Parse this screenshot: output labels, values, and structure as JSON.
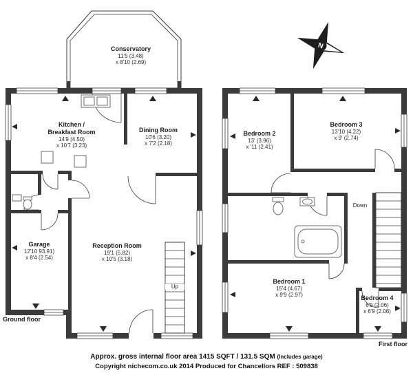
{
  "compass": {
    "north_label": "N"
  },
  "floors": {
    "ground": {
      "label": "Ground floor"
    },
    "first": {
      "label": "First floor"
    }
  },
  "rooms": {
    "conservatory": {
      "name": "Conservatory",
      "dims_line1": "11'5 (3.48)",
      "dims_line2": "x 8'10 (2.69)"
    },
    "kitchen": {
      "name": "Kitchen / Breakfast Room",
      "dims_line1": "14'9 (4.50)",
      "dims_line2": "x 10'7 (3.23)"
    },
    "dining": {
      "name": "Dining Room",
      "dims_line1": "10'6 (3.20)",
      "dims_line2": "x 7'2 (2.18)"
    },
    "garage": {
      "name": "Garage",
      "dims_line1": "12'10 93.91)",
      "dims_line2": "x 8'4 (2.54)"
    },
    "reception": {
      "name": "Reception Room",
      "dims_line1": "19'1 (5.82)",
      "dims_line2": "x 10'5 (3.18)"
    },
    "bedroom1": {
      "name": "Bedroom 1",
      "dims_line1": "15'4 (4.67)",
      "dims_line2": "x 9'9 (2.97)"
    },
    "bedroom2": {
      "name": "Bedroom 2",
      "dims_line1": "13' (3.96)",
      "dims_line2": "x '11 (2.41)"
    },
    "bedroom3": {
      "name": "Bedroom 3",
      "dims_line1": "13'10 (4.22)",
      "dims_line2": "x 9' (2.74)"
    },
    "bedroom4": {
      "name": "Bedroom 4",
      "dims_line1": "6'9 (2.06)",
      "dims_line2": "x 6'9 (2.06)"
    }
  },
  "stairs": {
    "up_label": "Up",
    "down_label": "Down"
  },
  "footer": {
    "area_text": "Approx. gross internal floor area 1415 SQFT / 131.5 SQM",
    "area_note": "(Includes garage)",
    "copyright_text": "Copyright nichecom.co.uk 2014 Produced for Chancellors REF : 509838"
  }
}
